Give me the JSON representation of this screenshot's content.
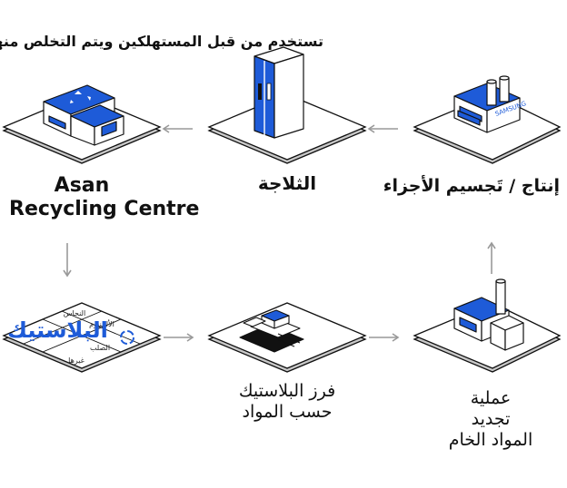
{
  "note": "تستخدم من قبل المستهلكين ويتم التخلص منها",
  "steps": {
    "recycling_centre": {
      "line1": "Asan",
      "line2": "Recycling Centre"
    },
    "fridge": "الثلاجة",
    "production": "إنتاج / تَجسيم الأجزاء",
    "sorting": {
      "line1": "فرز البلاستيك",
      "line2": "حسب المواد"
    },
    "raw_material": {
      "line1": "عملية",
      "line2": "تجديد",
      "line3": "المواد الخام"
    }
  },
  "materials": {
    "highlight": "البلاستيك",
    "copper": "النحاس",
    "aluminium": "الألمنيوم",
    "steel": "الصلب",
    "others": "غيرها"
  },
  "factory_sign": "SAMSUNG",
  "colors": {
    "accent": "#1e5bd8",
    "text": "#111111",
    "arrow": "#999999",
    "tile_shadow": "#c8c8c8"
  },
  "icons": {
    "recycling": "recycling-icon",
    "arrow_left": "arrow-left-icon",
    "arrow_right": "arrow-right-icon",
    "arrow_up": "arrow-up-icon",
    "arrow_down": "arrow-down-icon"
  }
}
